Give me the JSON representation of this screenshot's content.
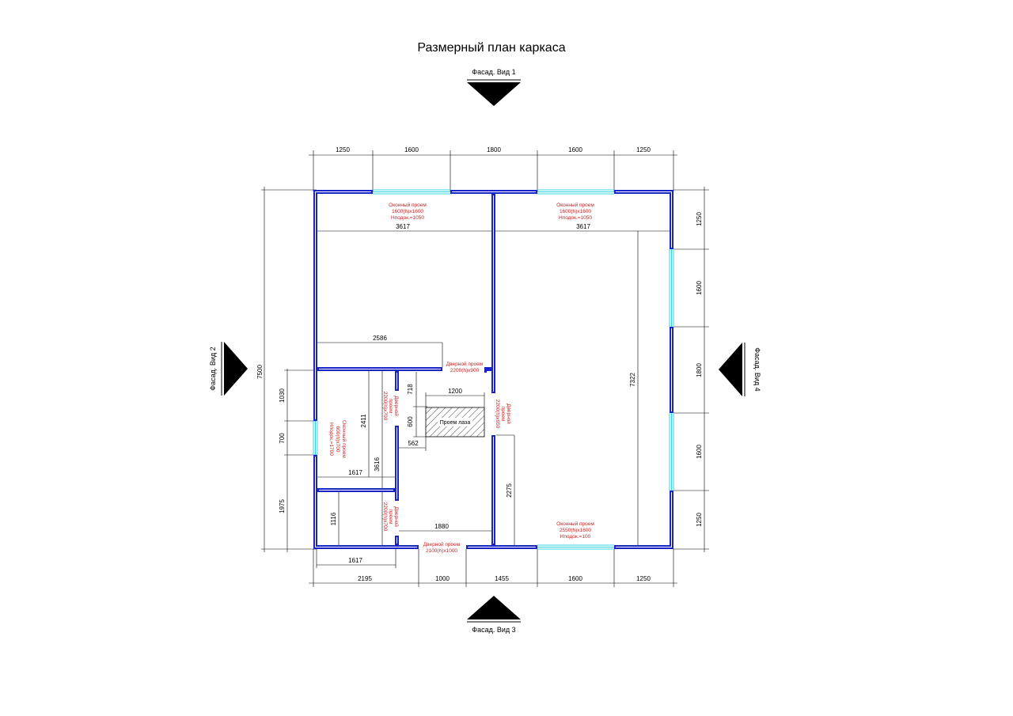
{
  "title": "Размерный план каркаса",
  "facades": {
    "top": "Фасад. Вид 1",
    "left": "Фасад. Вид 2",
    "bottom": "Фасад. Вид 3",
    "right": "Фасад. Вид 4"
  },
  "dims": {
    "top": [
      "1250",
      "1600",
      "1800",
      "1600",
      "1250"
    ],
    "bottom": [
      "2195",
      "1000",
      "1455",
      "1600",
      "1250"
    ],
    "right": [
      "1250",
      "1600",
      "1800",
      "1600",
      "1250"
    ],
    "overall_left": "7500",
    "left": [
      "1030",
      "700",
      "1975"
    ],
    "inner_3617_a": "3617",
    "inner_3617_b": "3617",
    "d_2586": "2586",
    "d_7322": "7322",
    "d_1200": "1200",
    "d_718": "718",
    "d_600": "600",
    "d_562": "562",
    "d_2411": "2411",
    "d_3616": "3616",
    "d_1617_mid": "1617",
    "d_1116": "1116",
    "d_1880": "1880",
    "d_2275": "2275",
    "d_1617_bot": "1617"
  },
  "openings": {
    "win_top_left": [
      "Оконный проем",
      "1600(h)x1600",
      "Нподок.=1050"
    ],
    "win_top_right": [
      "Оконный проем",
      "1600(h)x1600",
      "Нподок.=1050"
    ],
    "win_bottom": [
      "Оконный проем",
      "2550(h)x1600",
      "Нподок.=100"
    ],
    "win_left": [
      "Оконный проем",
      "600(h)x700",
      "Нподок.=1700"
    ],
    "door_2200x900": [
      "Дверной проем",
      "2200(h)x900"
    ],
    "door_2100x1000": [
      "Дверной проем",
      "2100(h)x1000"
    ],
    "door_2200x700_a": [
      "Дверной",
      "проем",
      "2200(h)x700"
    ],
    "door_2200x700_b": [
      "Дверной",
      "проем",
      "2200(h)x700"
    ],
    "door_2200x650": [
      "Дверной",
      "проем",
      "2200(h)x650"
    ]
  },
  "hatch": "Проем лаза",
  "colors": {
    "wall": "#1a23c8",
    "window": "#35d4e4",
    "annotation": "#d42020"
  }
}
